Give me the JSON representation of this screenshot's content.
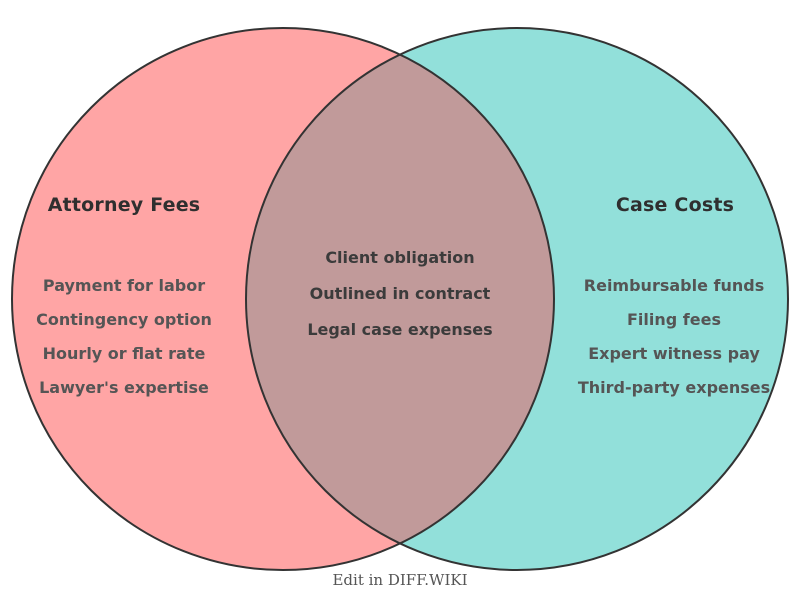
{
  "diagram": {
    "left": {
      "title": "Attorney Fees",
      "items": [
        "Payment for labor",
        "Contingency option",
        "Hourly or flat rate",
        "Lawyer's expertise"
      ],
      "fill": "#ffa5a5"
    },
    "right": {
      "title": "Case Costs",
      "items": [
        "Reimbursable funds",
        "Filing fees",
        "Expert witness pay",
        "Third-party expenses"
      ],
      "fill": "#92e0da"
    },
    "overlap": {
      "items": [
        "Client obligation",
        "Outlined in contract",
        "Legal case expenses"
      ],
      "fill": "#c19a9a"
    },
    "stroke_color": "#333333",
    "background": "#ffffff"
  },
  "footer": {
    "label": "Edit in DIFF.WIKI"
  }
}
